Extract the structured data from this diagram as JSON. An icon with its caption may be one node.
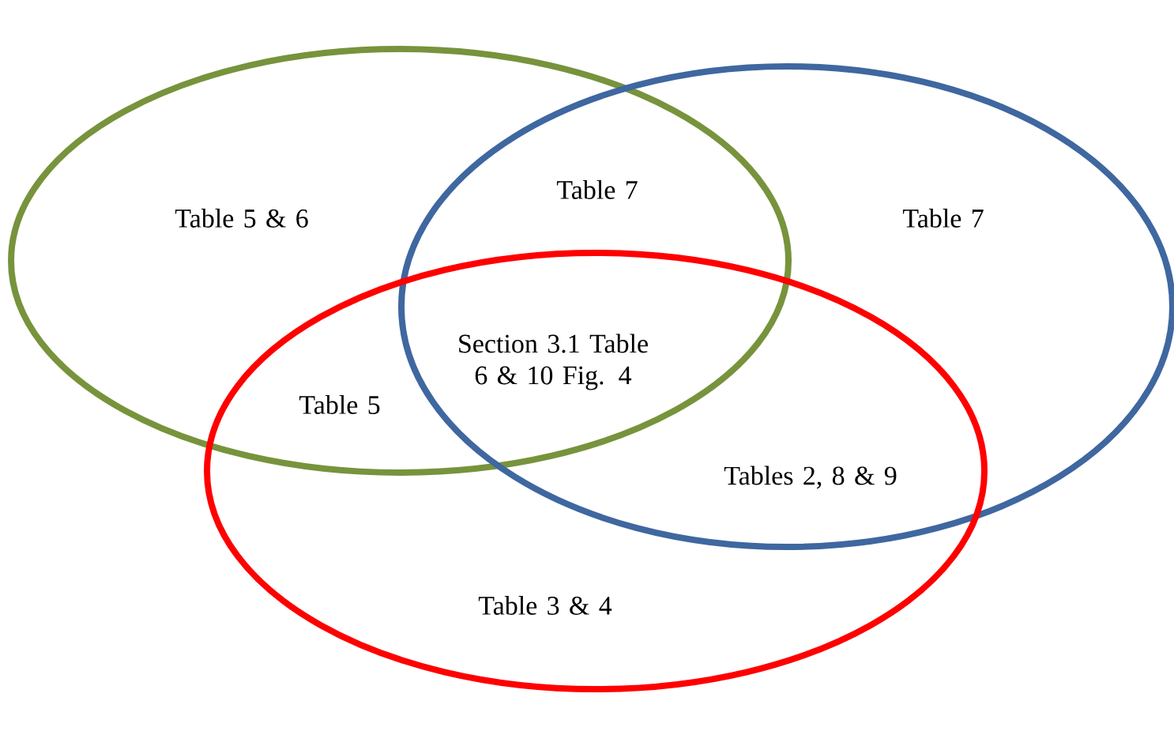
{
  "diagram": {
    "labels": [
      "Table 5 & 6",
      "Table 7",
      "Table 7",
      "Section 3.1 Table 6 & 10 Fig. 4",
      "Table 5",
      "Tables 2, 8 & 9",
      "Table 3 & 4"
    ]
  }
}
